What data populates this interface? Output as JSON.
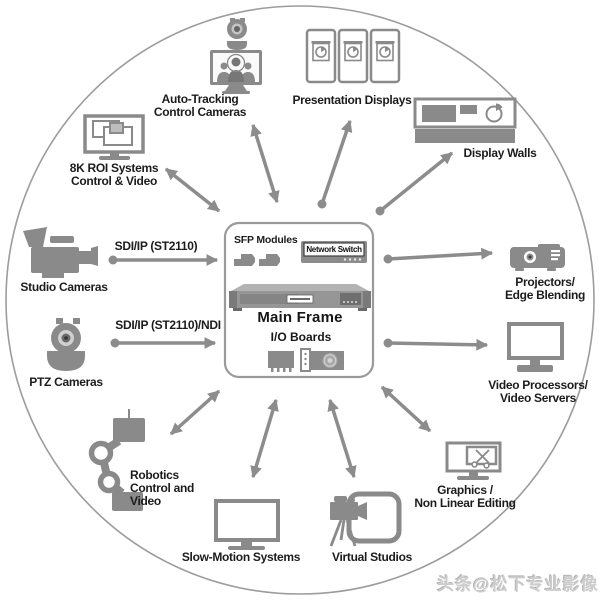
{
  "diagram": {
    "center": {
      "sfp_modules": "SFP Modules",
      "network_switch": "Network Switch",
      "main_frame": "Main Frame",
      "io_boards": "I/O Boards"
    },
    "nodes": {
      "auto_tracking": {
        "line1": "Auto-Tracking",
        "line2": "Control Cameras"
      },
      "presentation_displays": {
        "line1": "Presentation Displays"
      },
      "display_walls": {
        "line1": "Display Walls"
      },
      "projectors": {
        "line1": "Projectors/",
        "line2": "Edge Blending"
      },
      "video_processors": {
        "line1": "Video Processors/",
        "line2": "Video Servers"
      },
      "graphics_nle": {
        "line1": "Graphics /",
        "line2": "Non Linear Editing"
      },
      "virtual_studios": {
        "line1": "Virtual Studios"
      },
      "slow_motion": {
        "line1": "Slow-Motion Systems"
      },
      "robotics": {
        "line1": "Robotics",
        "line2": "Control and",
        "line3": "Video"
      },
      "ptz_cameras": {
        "line1": "PTZ Cameras"
      },
      "studio_cameras": {
        "line1": "Studio Cameras"
      },
      "roi_8k": {
        "line1": "8K ROI Systems",
        "line2": "Control & Video"
      }
    },
    "links": {
      "studio_protocol": "SDI/IP (ST2110)",
      "ptz_protocol": "SDI/IP (ST2110)/NDI"
    },
    "watermark": "头条@松下专业影像",
    "colors": {
      "icon": "#8a8a8a",
      "arrow": "#8c8c8c",
      "circle": "#9c9c9c",
      "text": "#1c1c1c",
      "watermark": "#cccccc"
    }
  }
}
